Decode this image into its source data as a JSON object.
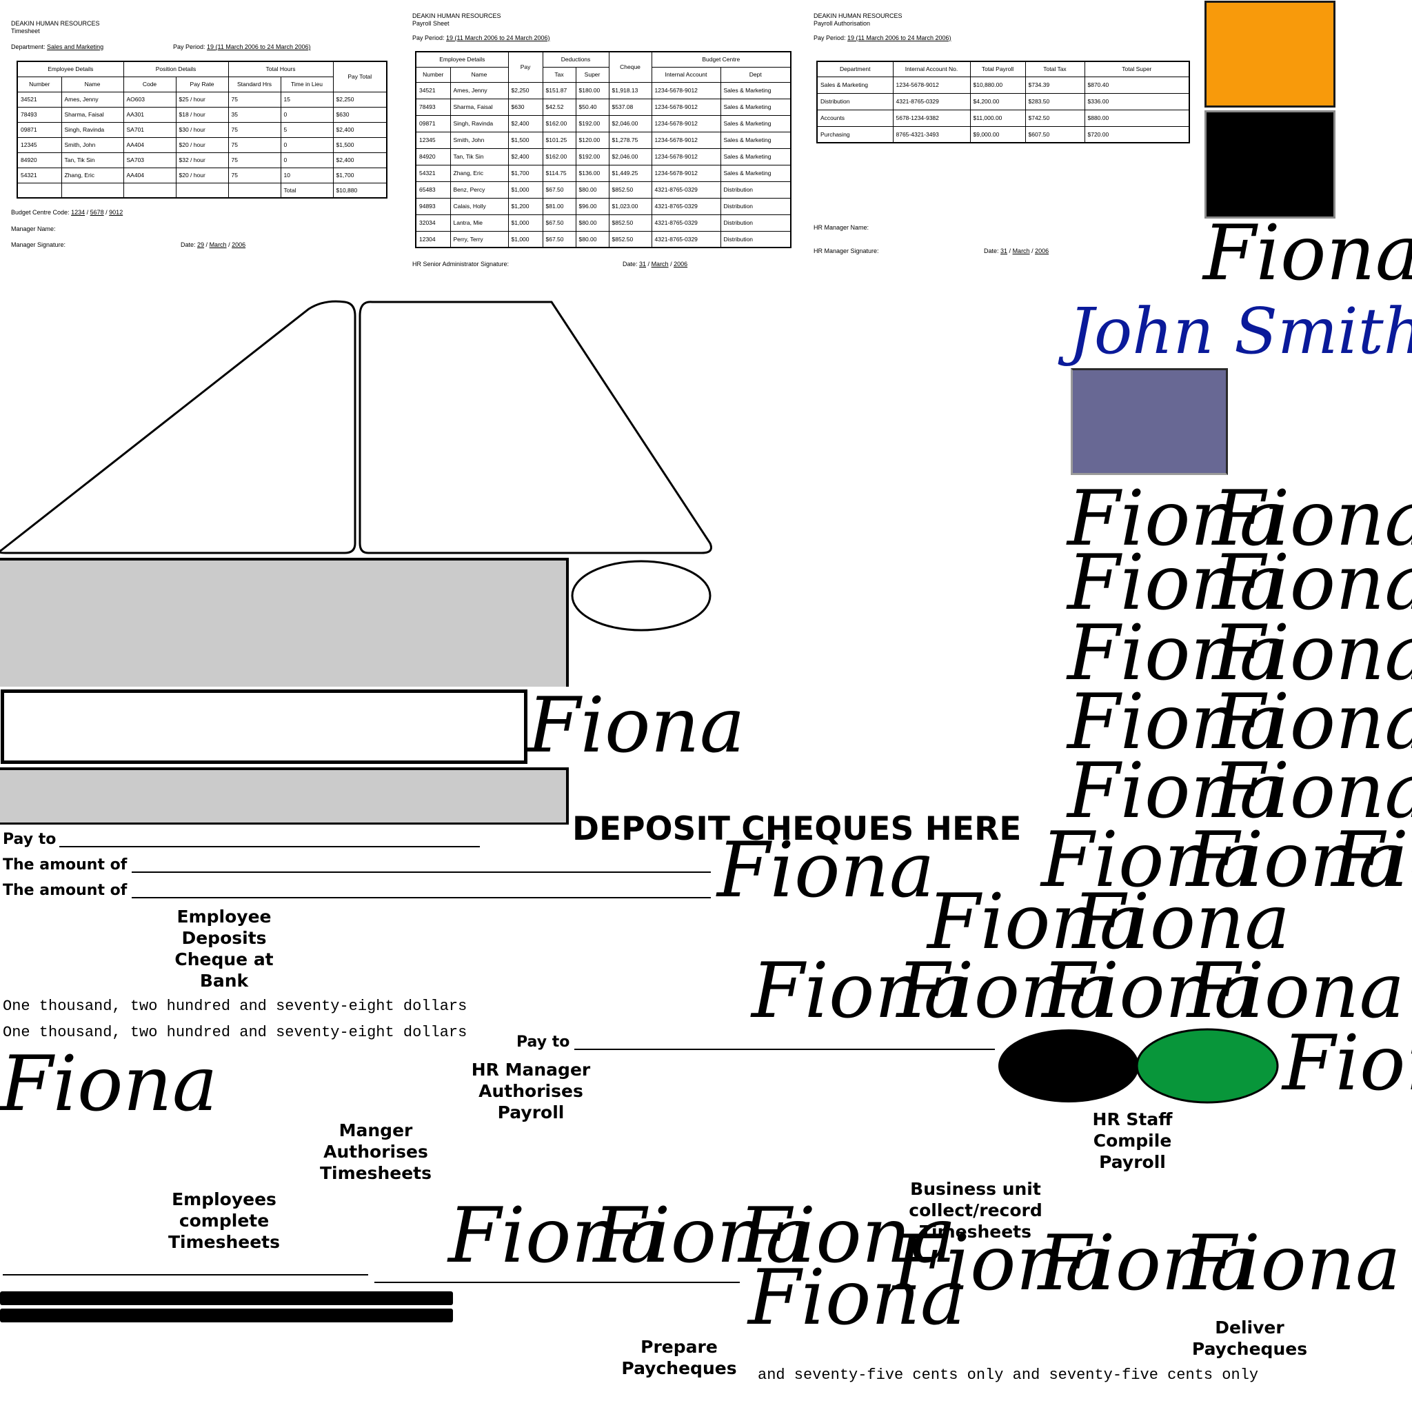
{
  "timesheet": {
    "org": "DEAKIN HUMAN RESOURCES",
    "doc_title": "Timesheet",
    "department_label": "Department:",
    "department_value": "Sales and Marketing",
    "pay_period_label": "Pay Period:",
    "pay_period_value": "19 (11 March 2006 to 24 March 2006)",
    "group_headers": [
      "Employee Details",
      "Position Details",
      "Total Hours",
      "Pay Total"
    ],
    "col_headers": [
      "Number",
      "Name",
      "Code",
      "Pay Rate",
      "Standard Hrs",
      "Time in Lieu"
    ],
    "rows": [
      [
        "34521",
        "Ames, Jenny",
        "AO603",
        "$25 / hour",
        "75",
        "15",
        "$2,250"
      ],
      [
        "78493",
        "Sharma, Faisal",
        "AA301",
        "$18 / hour",
        "35",
        "0",
        "$630"
      ],
      [
        "09871",
        "Singh, Ravinda",
        "SA701",
        "$30 / hour",
        "75",
        "5",
        "$2,400"
      ],
      [
        "12345",
        "Smith, John",
        "AA404",
        "$20 / hour",
        "75",
        "0",
        "$1,500"
      ],
      [
        "84920",
        "Tan, Tik Sin",
        "SA703",
        "$32 / hour",
        "75",
        "0",
        "$2,400"
      ],
      [
        "54321",
        "Zhang, Eric",
        "AA404",
        "$20 / hour",
        "75",
        "10",
        "$1,700"
      ]
    ],
    "total_label": "Total",
    "total_value": "$10,880",
    "budget_code_label": "Budget Centre Code:",
    "budget_code_parts": [
      "1234",
      "5678",
      "9012"
    ],
    "manager_name_label": "Manager Name:",
    "manager_signature_label": "Manager Signature:",
    "date_label": "Date:",
    "date_parts": [
      "29",
      "March",
      "2006"
    ]
  },
  "payroll_sheet": {
    "org": "DEAKIN HUMAN RESOURCES",
    "doc_title": "Payroll Sheet",
    "pay_period_label": "Pay Period:",
    "pay_period_value": "19 (11 March 2006 to 24 March 2006)",
    "group_headers": [
      "Employee Details",
      "Pay",
      "Deductions",
      "Cheque",
      "Budget Centre"
    ],
    "col_headers": [
      "Number",
      "Name",
      "Tax",
      "Super",
      "Internal Account",
      "Dept"
    ],
    "rows": [
      [
        "34521",
        "Ames, Jenny",
        "$2,250",
        "$151.87",
        "$180.00",
        "$1,918.13",
        "1234-5678-9012",
        "Sales & Marketing"
      ],
      [
        "78493",
        "Sharma, Faisal",
        "$630",
        "$42.52",
        "$50.40",
        "$537.08",
        "1234-5678-9012",
        "Sales & Marketing"
      ],
      [
        "09871",
        "Singh, Ravinda",
        "$2,400",
        "$162.00",
        "$192.00",
        "$2,046.00",
        "1234-5678-9012",
        "Sales & Marketing"
      ],
      [
        "12345",
        "Smith, John",
        "$1,500",
        "$101.25",
        "$120.00",
        "$1,278.75",
        "1234-5678-9012",
        "Sales & Marketing"
      ],
      [
        "84920",
        "Tan, Tik Sin",
        "$2,400",
        "$162.00",
        "$192.00",
        "$2,046.00",
        "1234-5678-9012",
        "Sales & Marketing"
      ],
      [
        "54321",
        "Zhang, Eric",
        "$1,700",
        "$114.75",
        "$136.00",
        "$1,449.25",
        "1234-5678-9012",
        "Sales & Marketing"
      ],
      [
        "65483",
        "Benz, Percy",
        "$1,000",
        "$67.50",
        "$80.00",
        "$852.50",
        "4321-8765-0329",
        "Distribution"
      ],
      [
        "94893",
        "Calais, Holly",
        "$1,200",
        "$81.00",
        "$96.00",
        "$1,023.00",
        "4321-8765-0329",
        "Distribution"
      ],
      [
        "32034",
        "Lantra, Mie",
        "$1,000",
        "$67.50",
        "$80.00",
        "$852.50",
        "4321-8765-0329",
        "Distribution"
      ],
      [
        "12304",
        "Perry, Terry",
        "$1,000",
        "$67.50",
        "$80.00",
        "$852.50",
        "4321-8765-0329",
        "Distribution"
      ]
    ],
    "signature_label": "HR Senior Administrator Signature:",
    "date_label": "Date:",
    "date_parts": [
      "31",
      "March",
      "2006"
    ]
  },
  "payroll_authorisation": {
    "org": "DEAKIN HUMAN RESOURCES",
    "doc_title": "Payroll Authorisation",
    "pay_period_label": "Pay Period:",
    "pay_period_value": "19 (11 March 2006 to 24 March 2006)",
    "col_headers": [
      "Department",
      "Internal Account No.",
      "Total Payroll",
      "Total Tax",
      "Total Super"
    ],
    "rows": [
      [
        "Sales & Marketing",
        "1234-5678-9012",
        "$10,880.00",
        "$734.39",
        "$870.40"
      ],
      [
        "Distribution",
        "4321-8765-0329",
        "$4,200.00",
        "$283.50",
        "$336.00"
      ],
      [
        "Accounts",
        "5678-1234-9382",
        "$11,000.00",
        "$742.50",
        "$880.00"
      ],
      [
        "Purchasing",
        "8765-4321-3493",
        "$9,000.00",
        "$607.50",
        "$720.00"
      ]
    ],
    "manager_name_label": "HR Manager Name:",
    "signature_label": "HR Manager Signature:",
    "date_label": "Date:",
    "date_parts": [
      "31",
      "March",
      "2006"
    ]
  },
  "colors": {
    "orange": "#f89a0b",
    "swatch_black": "#000000",
    "purple_swatch": "#686894",
    "grey_bar": "#cbcbcb",
    "green_oval": "#08963a",
    "signature_blue": "#0a1a9a"
  },
  "labels": {
    "deposit_cheques": "DEPOSIT CHEQUES HERE",
    "employee_deposits": "Employee Deposits Cheque at Bank",
    "hr_manager_authorises": "HR Manager Authorises Payroll",
    "manager_authorises": "Manger Authorises Timesheets",
    "employees_complete": "Employees complete Timesheets",
    "hr_staff_compile": "HR Staff Compile Payroll",
    "business_unit": "Business unit collect/record Timesheets",
    "prepare_paycheques": "Prepare Paycheques",
    "deliver_paycheques": "Deliver Paycheques"
  },
  "cheque": {
    "pay_to": "Pay to",
    "amount_of": "The amount of",
    "amount_words": "One thousand, two hundred and seventy-eight dollars",
    "cents_words": "and seventy-five cents only and seventy-five cents only"
  },
  "signatures": {
    "fiona": "Fiona",
    "john_smith": "John Smith"
  }
}
